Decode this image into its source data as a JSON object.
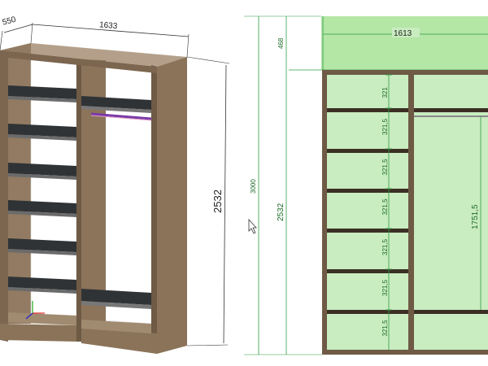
{
  "left_view": {
    "depth_label": "550",
    "width_label": "1633",
    "height_label": "2532"
  },
  "right_view": {
    "top_width_label": "1613",
    "total_height_label": "3000",
    "cabinet_height_label": "2532",
    "top_gap_label": "468",
    "first_shelf_label": "321",
    "shelf_gap_labels": [
      "321,5",
      "321,5",
      "321,5",
      "321,5",
      "321,5",
      "321,5"
    ],
    "hanging_height_label": "1751,5"
  },
  "colors": {
    "wood": "#8a7359",
    "wood_dark": "#6e5a45",
    "glass": "#2f3336",
    "panel_green": "#c9ecc0",
    "top_green": "#b4e6a6",
    "dim_line_green": "#2e9d45",
    "rail_accent": "#7a3aa8"
  }
}
